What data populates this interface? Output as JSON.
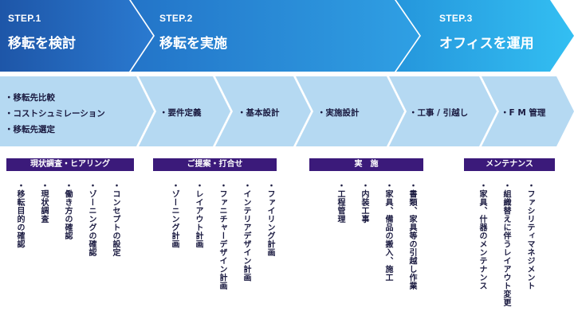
{
  "steps": [
    {
      "label": "STEP.1",
      "title": "移転を検討"
    },
    {
      "label": "STEP.2",
      "title": "移転を実施"
    },
    {
      "label": "STEP.3",
      "title": "オフィスを運用"
    }
  ],
  "timeline": {
    "first": [
      "移転先比較",
      "コストシュミレーション",
      "移転先選定"
    ],
    "items": [
      "要件定義",
      "基本設計",
      "実施設計",
      "工事 / 引越し",
      "F M 管理"
    ]
  },
  "categories": [
    {
      "title": "現状調査・ヒアリング",
      "items": [
        "移転目的の確認",
        "現状調査",
        "働き方の確認",
        "ゾーニングの確認",
        "コンセプトの設定"
      ]
    },
    {
      "title": "ご提案・打合せ",
      "items": [
        "ゾーニング計画",
        "レイアウト計画",
        "ファニチャーデザイン計画",
        "インテリアデザイン計画",
        "ファイリング計画"
      ]
    },
    {
      "title": "実　施",
      "items": [
        "工程管理",
        "内装工事",
        "家具、備品の搬入、施工",
        "書類、家具等の引越し作業"
      ]
    },
    {
      "title": "メンテナンス",
      "items": [
        "家具、什器のメンテナンス",
        "組織替えに伴うレイアウト変更",
        "ファシリティマネジメント"
      ]
    }
  ],
  "colors": {
    "dark": "#1e56a8",
    "mid": "#2a8ad8",
    "light": "#2fb4ee",
    "band": "#b5d9f2",
    "cat": "#3b1a7a"
  }
}
